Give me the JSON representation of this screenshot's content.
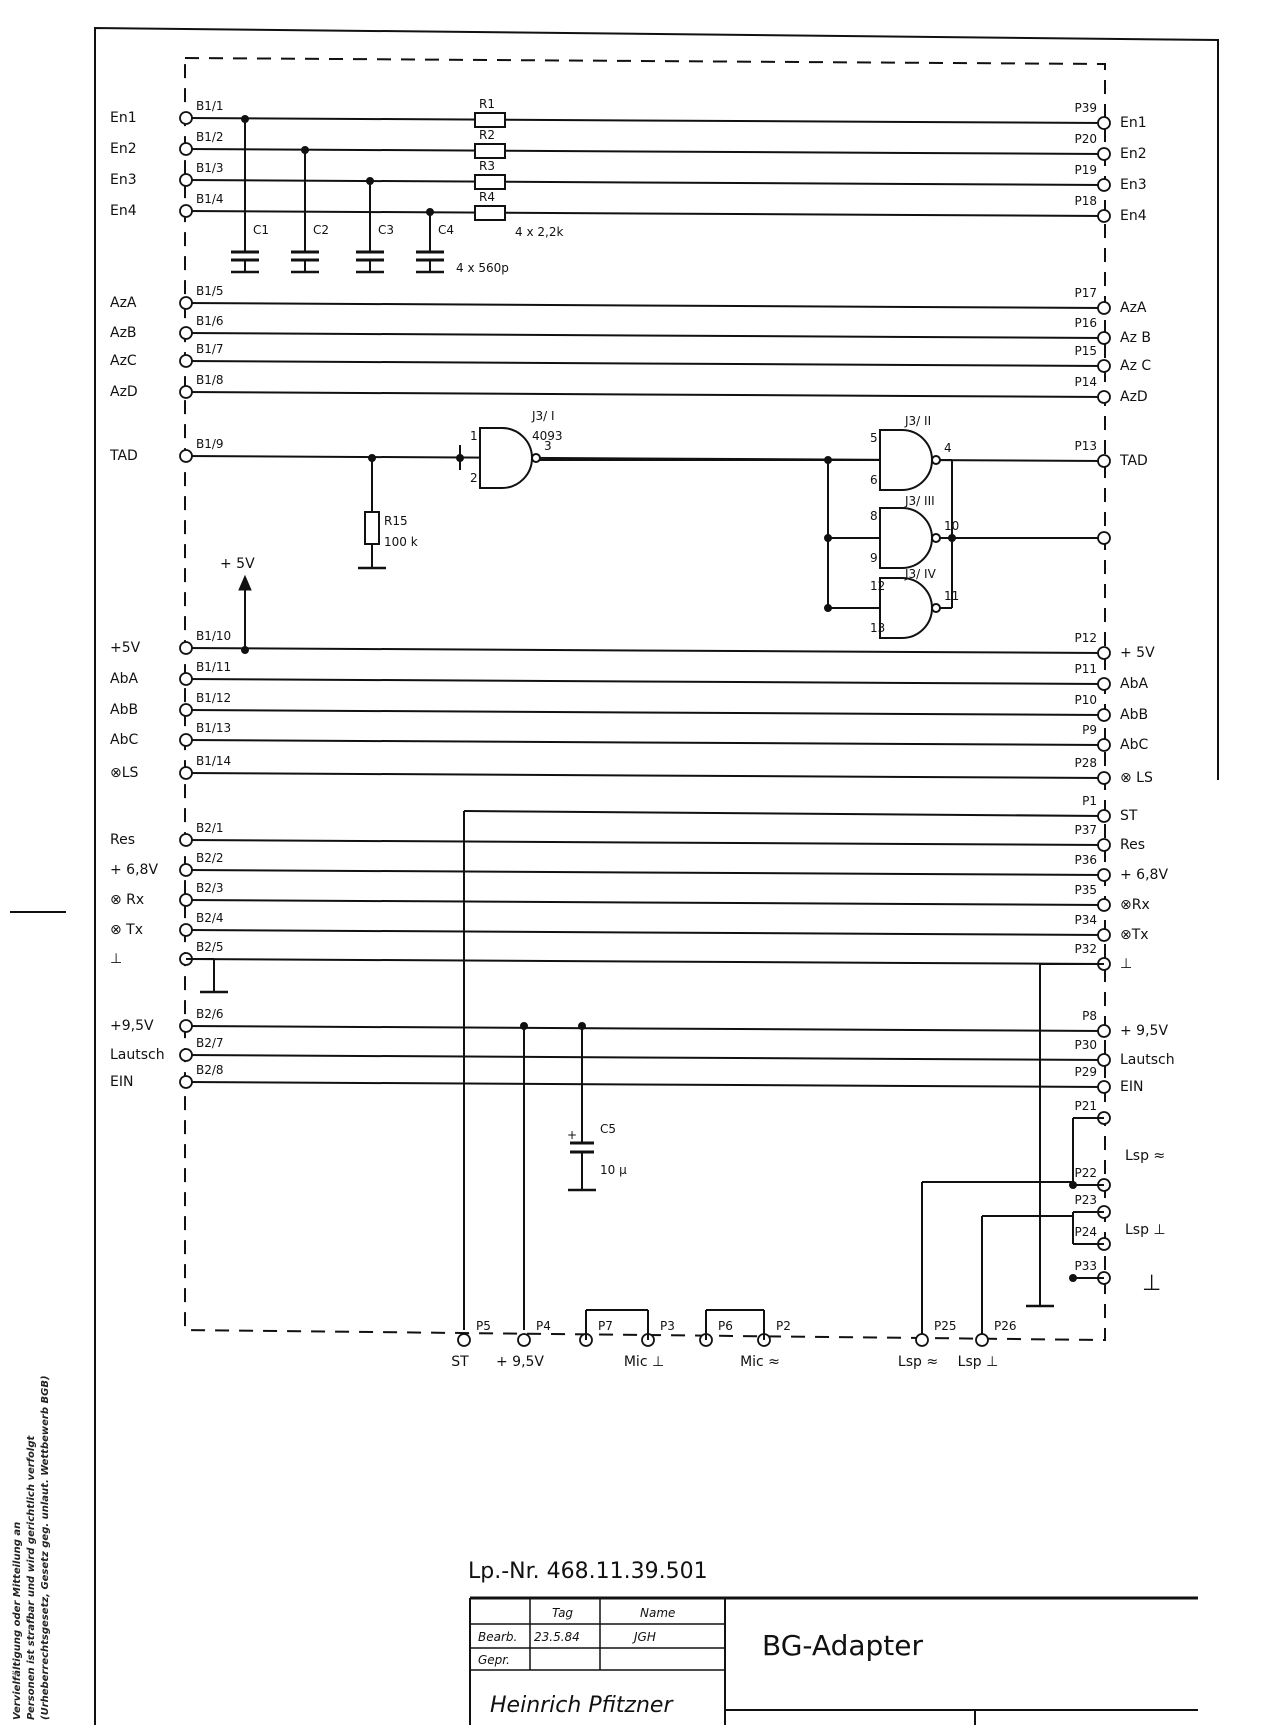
{
  "nets": [
    {
      "left": "En1",
      "b": "B1/1",
      "p": "P39",
      "right": "En1"
    },
    {
      "left": "En2",
      "b": "B1/2",
      "p": "P20",
      "right": "En2"
    },
    {
      "left": "En3",
      "b": "B1/3",
      "p": "P19",
      "right": "En3"
    },
    {
      "left": "En4",
      "b": "B1/4",
      "p": "P18",
      "right": "En4"
    },
    {
      "left": "AzA",
      "b": "B1/5",
      "p": "P17",
      "right": "AzA"
    },
    {
      "left": "AzB",
      "b": "B1/6",
      "p": "P16",
      "right": "Az B"
    },
    {
      "left": "AzC",
      "b": "B1/7",
      "p": "P15",
      "right": "Az C"
    },
    {
      "left": "AzD",
      "b": "B1/8",
      "p": "P14",
      "right": "AzD"
    },
    {
      "left": "TAD",
      "b": "B1/9",
      "p": "P13",
      "right": "TAD"
    },
    {
      "left": "+5V",
      "b": "B1/10",
      "p": "P12",
      "right": "+ 5V"
    },
    {
      "left": "AbA",
      "b": "B1/11",
      "p": "P11",
      "right": "AbA"
    },
    {
      "left": "AbB",
      "b": "B1/12",
      "p": "P10",
      "right": "AbB"
    },
    {
      "left": "AbC",
      "b": "B1/13",
      "p": "P9",
      "right": "AbC"
    },
    {
      "left": "⊗LS",
      "b": "B1/14",
      "p": "P28",
      "right": "⊗ LS"
    },
    {
      "left": "",
      "b": "",
      "p": "P1",
      "right": "ST"
    },
    {
      "left": "Res",
      "b": "B2/1",
      "p": "P37",
      "right": "Res"
    },
    {
      "left": "+ 6,8V",
      "b": "B2/2",
      "p": "P36",
      "right": "+ 6,8V"
    },
    {
      "left": "⊗ Rx",
      "b": "B2/3",
      "p": "P35",
      "right": "⊗Rx"
    },
    {
      "left": "⊗ Tx",
      "b": "B2/4",
      "p": "P34",
      "right": "⊗Tx"
    },
    {
      "left": "⊥",
      "b": "B2/5",
      "p": "P32",
      "right": "⊥"
    },
    {
      "left": "+9,5V",
      "b": "B2/6",
      "p": "P8",
      "right": "+ 9,5V"
    },
    {
      "left": "Lautsch",
      "b": "B2/7",
      "p": "P30",
      "right": "Lautsch"
    },
    {
      "left": "EIN",
      "b": "B2/8",
      "p": "P29",
      "right": "EIN"
    }
  ],
  "resistors": {
    "r1": "R1",
    "r2": "R2",
    "r3": "R3",
    "r4": "R4",
    "value": "4 x 2,2k",
    "r15": "R15",
    "r15_value": "100 k"
  },
  "capacitors": {
    "c1": "C1",
    "c2": "C2",
    "c3": "C3",
    "c4": "C4",
    "value": "4 x 560p",
    "c5": "C5",
    "c5_value": "10 µ",
    "c5_plus": "+"
  },
  "gates": {
    "g1": {
      "name": "J3/ I",
      "type": "4093",
      "in1": "1",
      "in2": "2",
      "out": "3"
    },
    "g2": {
      "name": "J3/ II",
      "in1": "5",
      "in2": "6",
      "out": "4"
    },
    "g3": {
      "name": "J3/ III",
      "in1": "8",
      "in2": "9",
      "out": "10"
    },
    "g4": {
      "name": "J3/ IV",
      "in1": "12",
      "in2": "13",
      "out": "11"
    }
  },
  "plus5v_arrow": "+ 5V",
  "speaker": {
    "p21": "P21",
    "p22": "P22",
    "p23": "P23",
    "p24": "P24",
    "p33": "P33",
    "lsp_wave": "Lsp ≈",
    "lsp_gnd": "Lsp ⊥",
    "gnd": "⊥"
  },
  "bottom_pins": [
    {
      "pin": "P5",
      "label": "ST"
    },
    {
      "pin": "P4",
      "label": "+ 9,5V"
    },
    {
      "pin": "P7",
      "label": ""
    },
    {
      "pin": "P3",
      "label": "Mic ⊥"
    },
    {
      "pin": "P6",
      "label": ""
    },
    {
      "pin": "P2",
      "label": "Mic ≈"
    },
    {
      "pin": "P25",
      "label": "Lsp ≈"
    },
    {
      "pin": "P26",
      "label": "Lsp ⊥"
    }
  ],
  "lp_number": "Lp.-Nr. 468.11.39.501",
  "title_block": {
    "col_tag": "Tag",
    "col_name": "Name",
    "row1": "Bearb.",
    "row1_tag": "23.5.84",
    "row1_name": "JGH",
    "row2": "Gepr.",
    "company": "Heinrich Pfitzner",
    "title": "BG-Adapter"
  },
  "side_text": [
    "Vervielfältigung oder Mitteilung an",
    "Personen ist strafbar und wird gerichtlich verfolgt",
    "(Urheberrechtsgesetz, Gesetz geg. unlaut. Wettbewerb BGB)"
  ]
}
